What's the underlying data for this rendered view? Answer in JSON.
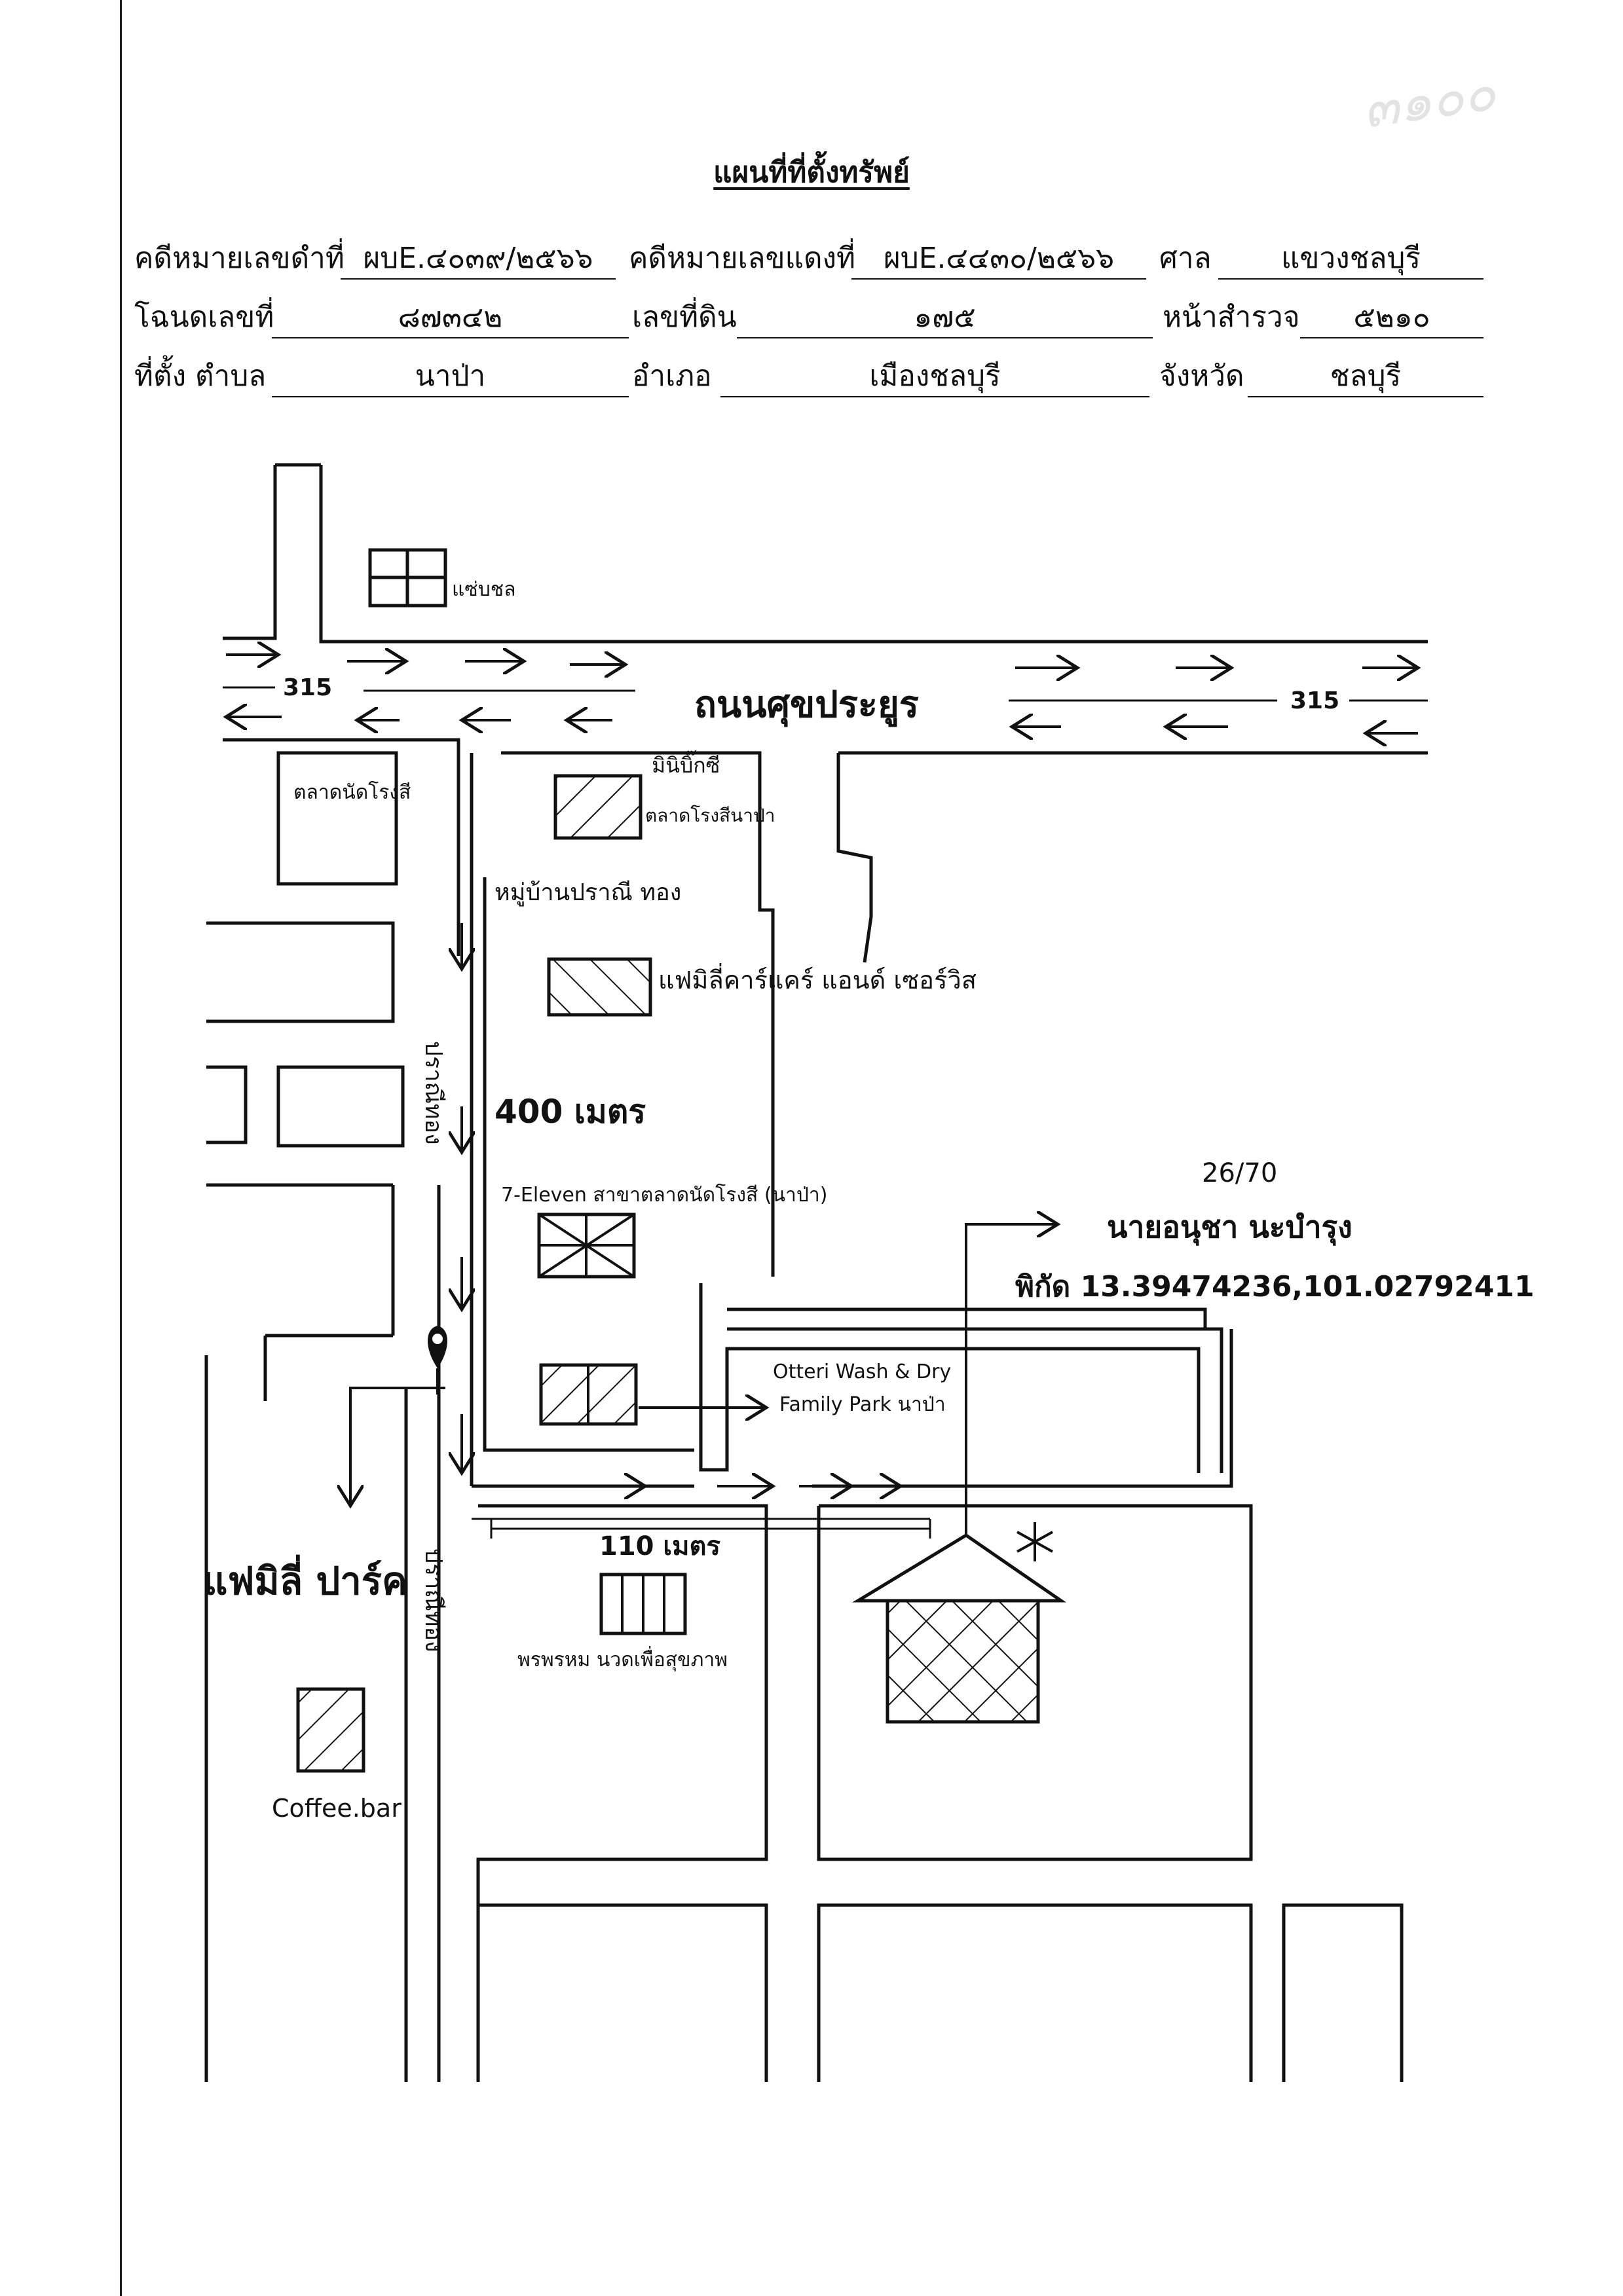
{
  "document": {
    "title": "แผนที่ที่ตั้งทรัพย์",
    "corner_mark": "๓๑๐๐"
  },
  "form": {
    "black_case_label": "คดีหมายเลขดำที่",
    "black_case_value": "ผบE.๔๐๓๙/๒๕๖๖",
    "red_case_label": "คดีหมายเลขแดงที่",
    "red_case_value": "ผบE.๔๔๓๐/๒๕๖๖",
    "court_label": "ศาล",
    "court_value": "แขวงชลบุรี",
    "deed_label": "โฉนดเลขที่",
    "deed_value": "๘๗๓๔๒",
    "land_no_label": "เลขที่ดิน",
    "land_no_value": "๑๗๕",
    "survey_page_label": "หน้าสำรวจ",
    "survey_page_value": "๕๒๑๐",
    "location_label": "ที่ตั้ง ตำบล",
    "subdistrict_value": "นาป่า",
    "district_label": "อำเภอ",
    "district_value": "เมืองชลบุรี",
    "province_label": "จังหวัด",
    "province_value": "ชลบุรี"
  },
  "map": {
    "road_number_left": "315",
    "road_number_right": "315",
    "main_road": "ถนนศุขประยูร",
    "landmark_top": "แซ่บชล",
    "market_block": "ตลาดนัดโรงสี",
    "minibig_line1": "มินิบิ๊กซี",
    "minibig_line2": "ตลาดโรงสีนาป่า",
    "village": "หมู่บ้านปราณี ทอง",
    "daycare": "แฟมิลี่คาร์แคร์ แอนด์ เซอร์วิส",
    "road_side_1": "ปราณีทอง",
    "distance_1": "400 เมตร",
    "seven_eleven": "7-Eleven สาขาตลาดนัดโรงสี (นาป่า)",
    "laundry_line1": "Otteri Wash & Dry",
    "laundry_line2": "Family Park นาป่า",
    "house_no": "26/70",
    "owner": "นายอนุชา นะบำรุง",
    "coordinates": "พิกัด 13.39474236,101.02792411",
    "family_park": "แฟมิลี่ ปาร์ค",
    "distance_2": "110 เมตร",
    "massage": "พรพรหม นวดเพื่อสุขภาพ",
    "road_side_2": "ปราณีทอง",
    "coffee": "Coffee.bar"
  }
}
